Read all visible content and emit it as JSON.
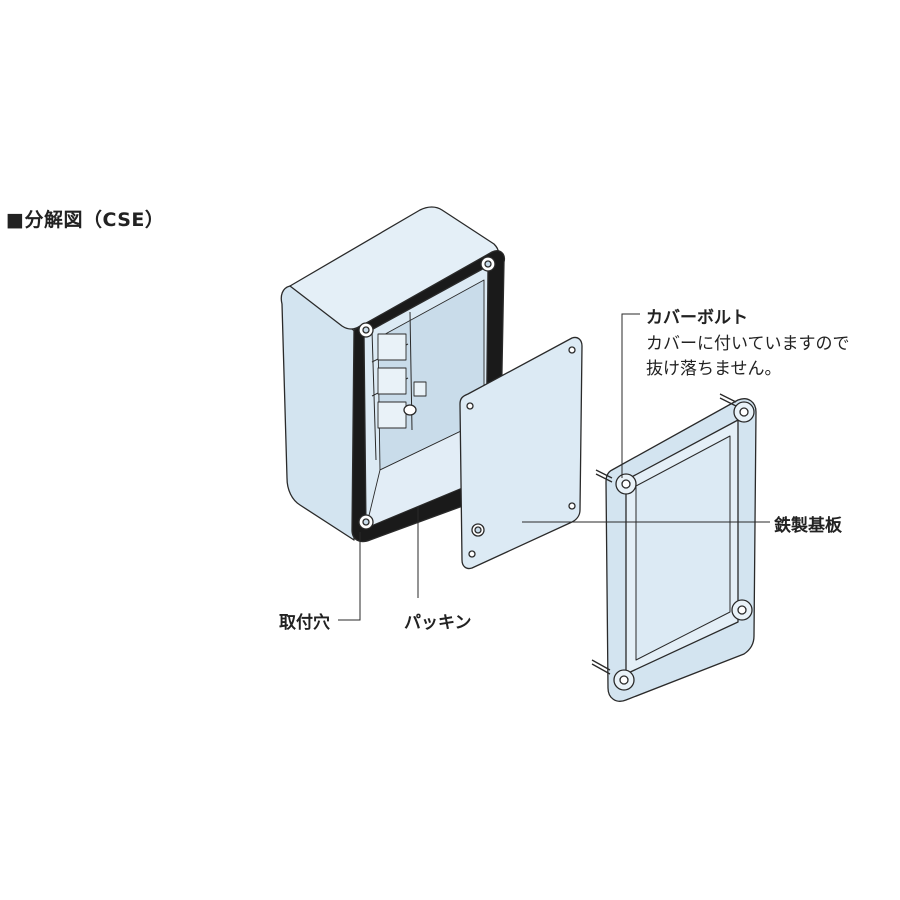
{
  "title": "■分解図（CSE）",
  "labels": {
    "cover_bolt": "カバーボルト",
    "cover_bolt_note_line1": "カバーに付いていますので",
    "cover_bolt_note_line2": "抜け落ちません。",
    "steel_base_plate": "鉄製基板",
    "mounting_hole": "取付穴",
    "packing": "パッキン"
  },
  "colors": {
    "part_fill": "#dceaf4",
    "part_fill_dark": "#bcd3e3",
    "outline": "#2a2a2a",
    "packing": "#1a1a1a"
  }
}
